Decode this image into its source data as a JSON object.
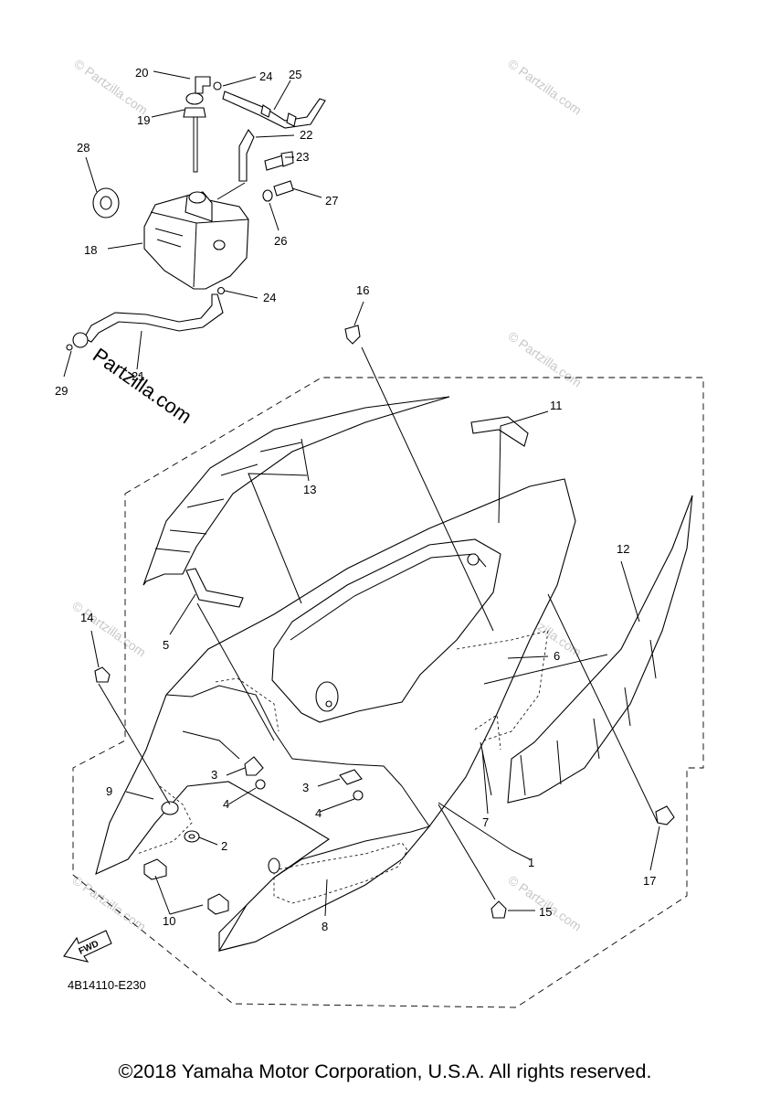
{
  "diagram": {
    "part_code": "4B14110-E230",
    "fwd_label": "FWD",
    "watermark": "© Partzilla.com",
    "watermark_bold": "Partzilla.com",
    "callouts": [
      "1",
      "2",
      "3",
      "3",
      "4",
      "4",
      "5",
      "6",
      "7",
      "8",
      "9",
      "10",
      "11",
      "12",
      "13",
      "14",
      "15",
      "16",
      "17",
      "18",
      "19",
      "20",
      "21",
      "22",
      "23",
      "24",
      "24",
      "25",
      "26",
      "27",
      "28",
      "29"
    ]
  },
  "footer": {
    "copyright": "©2018 Yamaha Motor Corporation, U.S.A. All rights reserved."
  }
}
